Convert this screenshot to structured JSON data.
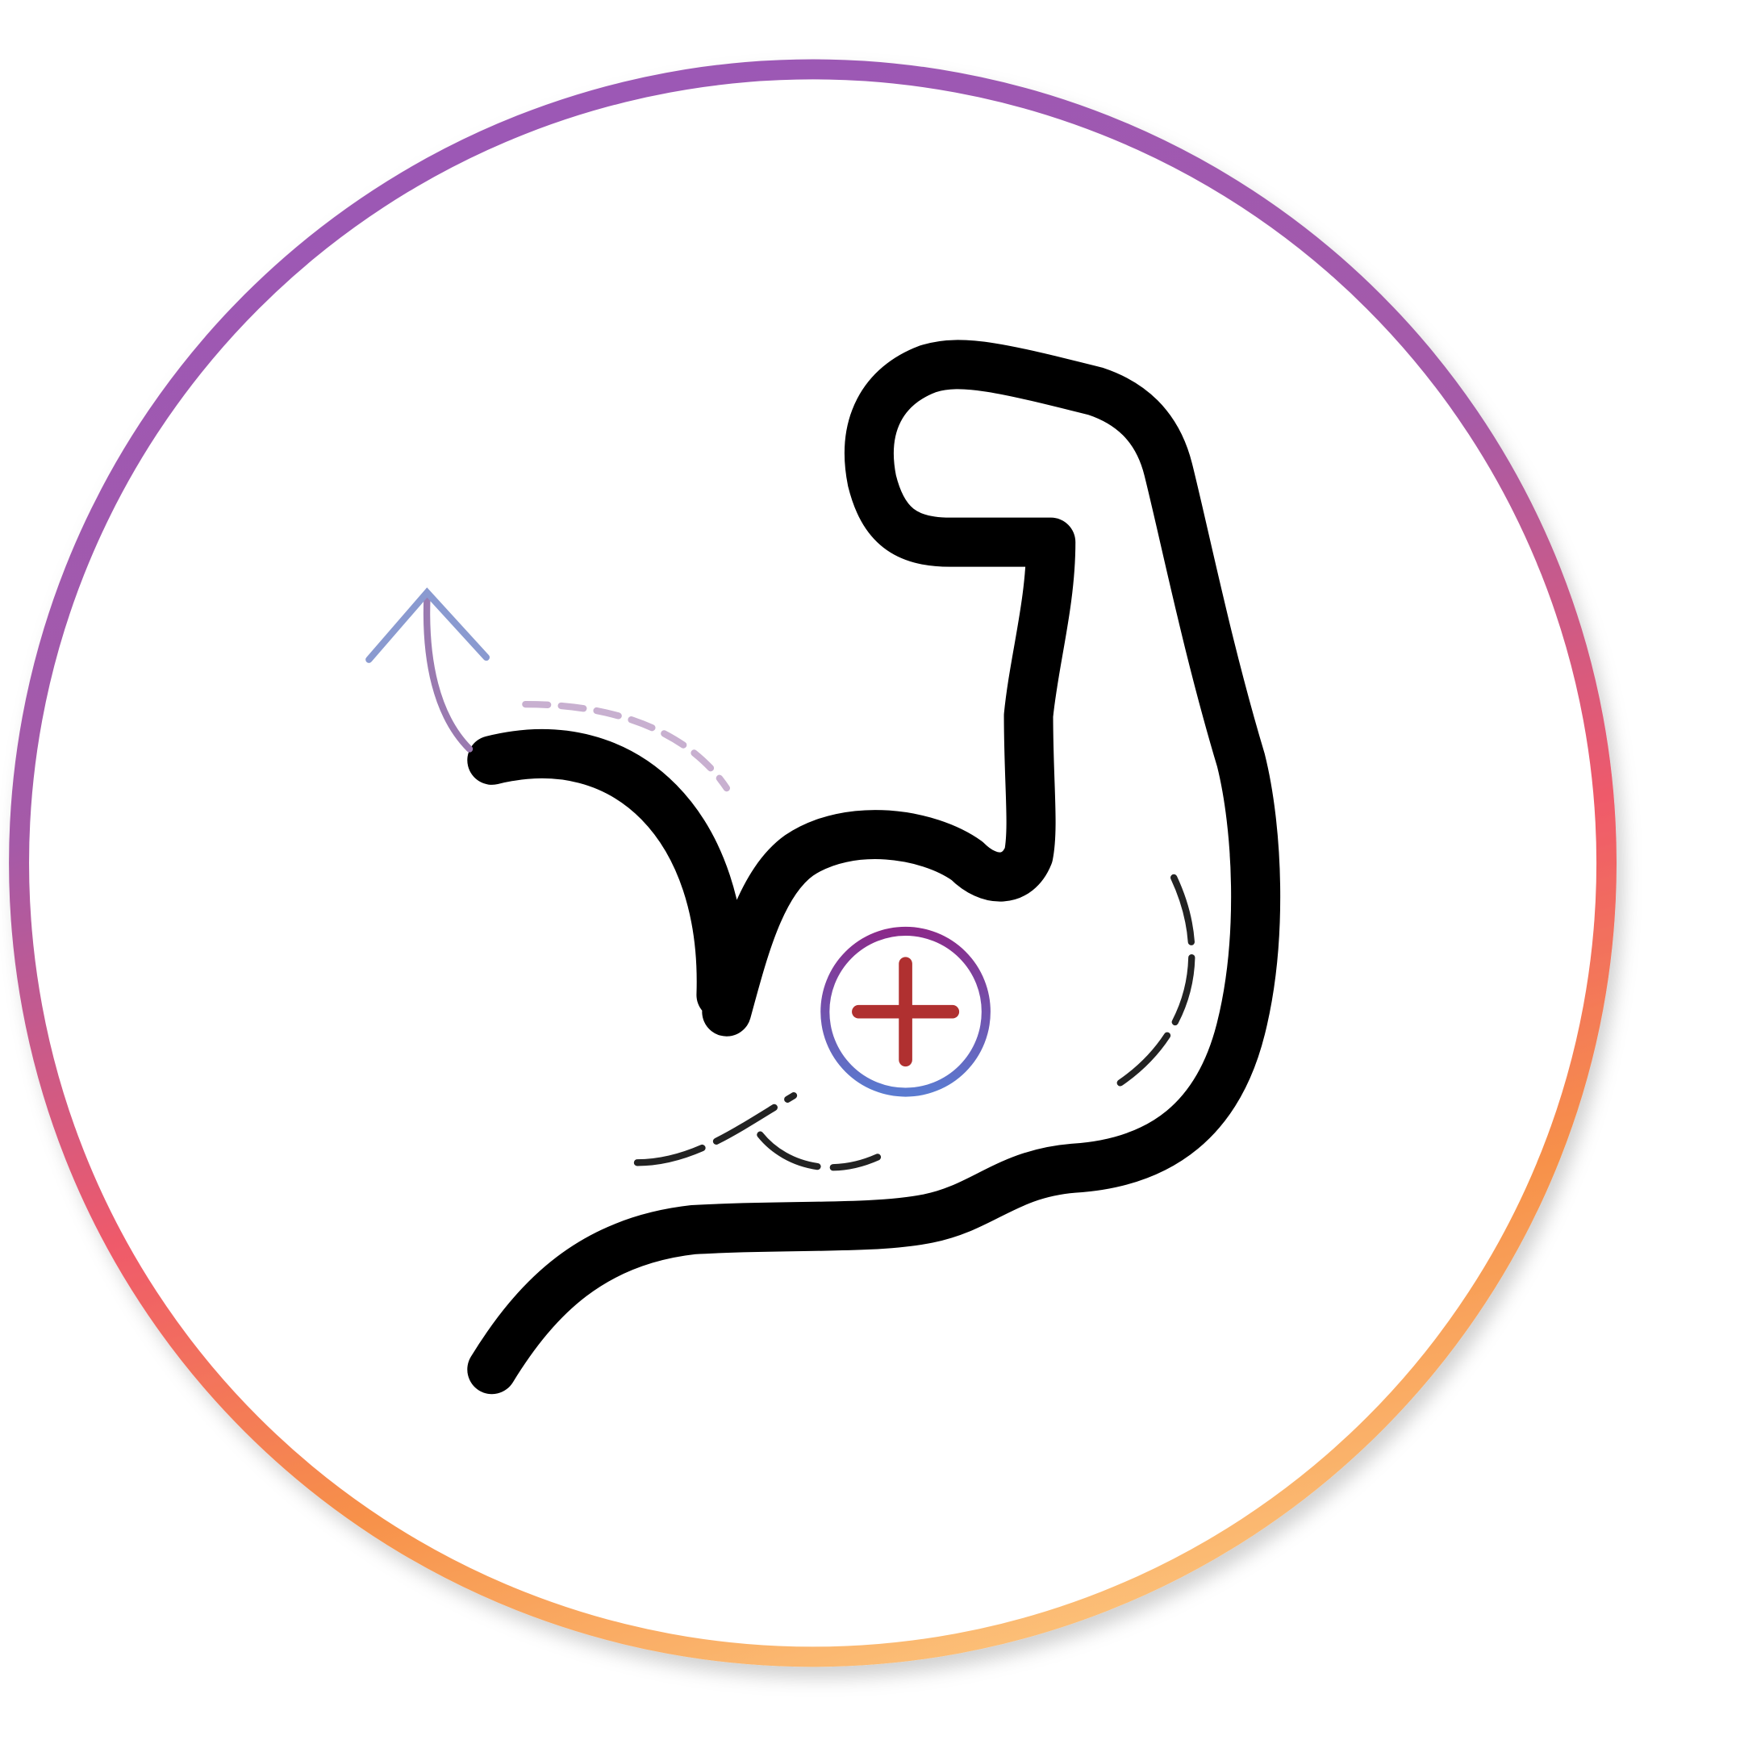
{
  "icon": {
    "name": "flexed-arm-health-icon",
    "parts": [
      "gradient-ring",
      "flexed-arm",
      "medical-cross-badge",
      "growth-arrow"
    ]
  },
  "colors": {
    "background": "#ffffff",
    "ring_gradient": [
      "#9b59b6",
      "#a55aa8",
      "#ef5a6a",
      "#f7914a",
      "#fcc27a"
    ],
    "arm_stroke": "#000000",
    "cross": "#b03030",
    "badge_ring": [
      "#8a2a8a",
      "#5a7ad0"
    ],
    "arrow": "#8a9ad0"
  }
}
